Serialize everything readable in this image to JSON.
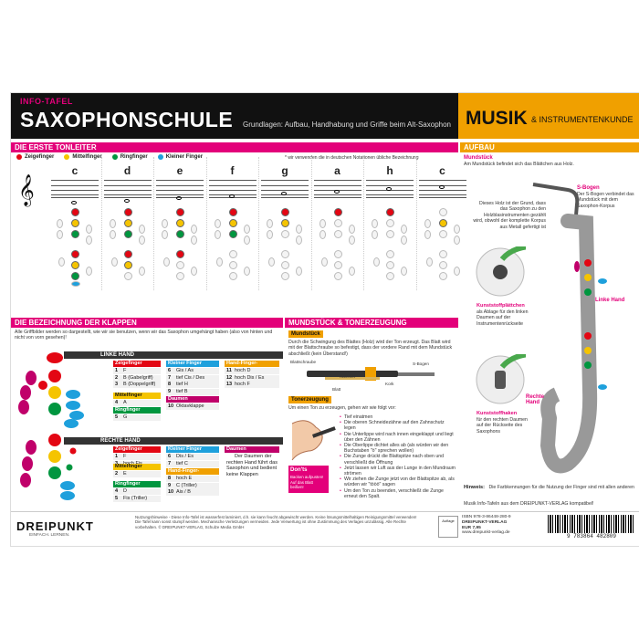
{
  "header": {
    "tag": "INFO-TAFEL",
    "title": "SAXOPHONSCHULE",
    "subtitle": "Grundlagen: Aufbau, Handhabung und Griffe beim Alt-Saxophon",
    "right_title": "MUSIK",
    "right_sub": "& INSTRUMENTENKUNDE"
  },
  "tonleiter": {
    "heading": "DIE ERSTE TONLEITER",
    "legend": [
      {
        "label": "Zeigefinger",
        "color": "#e30613"
      },
      {
        "label": "Mittelfinger",
        "color": "#f5c400"
      },
      {
        "label": "Ringfinger",
        "color": "#00963f"
      },
      {
        "label": "Kleiner Finger",
        "color": "#1ea0dc"
      }
    ],
    "note_hint": "* wir verwenden die in deutschen Notationen übliche Bezeichnung",
    "notes": [
      "c",
      "d",
      "e",
      "f",
      "g",
      "a",
      "h",
      "c"
    ]
  },
  "klappen": {
    "heading": "DIE BEZEICHNUNG DER KLAPPEN",
    "intro": "Alle Griffbilder werden so dargestellt, wie wir sie benutzen, wenn wir das Saxophon umgehängt haben (also von hinten und nicht von vorn gesehen)!",
    "left_hand": "LINKE HAND",
    "right_hand": "RECHTE HAND",
    "lh_groups": [
      {
        "title": "Zeigefinger",
        "rows": [
          [
            "1",
            "F"
          ],
          [
            "2",
            "B (Gabelgriff)"
          ],
          [
            "3",
            "B (Doppelgriff)"
          ]
        ]
      },
      {
        "title": "Mittelfinger",
        "rows": [
          [
            "4",
            "A"
          ]
        ]
      },
      {
        "title": "Ringfinger",
        "rows": [
          [
            "5",
            "G"
          ]
        ]
      },
      {
        "title": "Kleiner Finger",
        "rows": [
          [
            "6",
            "Gis / As"
          ],
          [
            "7",
            "tief Cis / Des"
          ],
          [
            "8",
            "tief H"
          ],
          [
            "9",
            "tief B"
          ]
        ]
      },
      {
        "title": "Hand-Finger-Innenfläche",
        "rows": [
          [
            "11",
            "hoch D"
          ],
          [
            "12",
            "hoch Dis / Es"
          ],
          [
            "13",
            "hoch F"
          ]
        ]
      },
      {
        "title": "Daumen",
        "rows": [
          [
            "10",
            "Oktavklappe"
          ]
        ]
      }
    ],
    "rh_groups": [
      {
        "title": "Zeigefinger",
        "rows": [
          [
            "1",
            "F"
          ],
          [
            "3",
            "hoch Fis"
          ]
        ]
      },
      {
        "title": "Mittelfinger",
        "rows": [
          [
            "2",
            "E"
          ]
        ]
      },
      {
        "title": "Ringfinger",
        "rows": [
          [
            "4",
            "D"
          ],
          [
            "5",
            "Fis (Triller)"
          ]
        ]
      },
      {
        "title": "Kleiner Finger",
        "rows": [
          [
            "6",
            "Dis / Es"
          ],
          [
            "7",
            "tief C"
          ]
        ]
      },
      {
        "title": "Hand-Finger-Innenfläche",
        "rows": [
          [
            "8",
            "hoch E"
          ],
          [
            "9",
            "C (Triller)"
          ],
          [
            "10",
            "Ais / B"
          ]
        ]
      },
      {
        "title": "Daumen",
        "rows": [
          [
            "",
            "Der Daumen der rechten Hand führt das Saxophon und bedient keine Klappen"
          ]
        ]
      }
    ]
  },
  "mundstueck": {
    "heading": "MUNDSTÜCK & TONERZEUGUNG",
    "tag1": "Mundstück",
    "text1": "Durch die Schwingung des Blattes (Holz) wird der Ton erzeugt. Das Blatt wird mit der Blattschraube so befestigt, dass der vordere Rand mit dem Mundstück abschließt (kein Überstand!)",
    "parts": [
      "Blattschraube",
      "Kammer",
      "Blatt",
      "Kork",
      "S-Bogen"
    ],
    "tag2": "Tonerzeugung",
    "text2": "Um einen Ton zu erzeugen, gehen wir wie folgt vor:",
    "steps": [
      "Tief einatmen",
      "Die oberen Schneidezähne auf den Zahnschutz legen",
      "Die Unterlippe wird nach innen eingeklappt und liegt über den Zähnen",
      "Die Oberlippe dichtet alles ab (als würden wir den Buchstaben \"ö\" sprechen wollen)",
      "Die Zunge drückt die Blattspitze nach oben und verschließt die Öffnung",
      "Jetzt lassen wir Luft aus der Lunge in den Mundraum strömen",
      "Wir ziehen die Zunge jetzt von der Blattspitze ab, als würden wir \"tööö\" sagen",
      "Um den Ton zu beenden, verschließt die Zunge erneut den Spalt."
    ],
    "donts_title": "Don'ts",
    "donts": "Backen aufpusten! Auf das Blatt beißen!"
  },
  "aufbau": {
    "heading": "AUFBAU",
    "mund_title": "Mundstück",
    "mund_text": "Am Mundstück befindet sich das Blättchen aus Holz.",
    "holz": "Dieses Holz ist der Grund, dass das Saxophon zu den Holzblasinstrumenten gezählt wird, obwohl der komplette Korpus aus Metall gefertigt ist",
    "sbogen_title": "S-Bogen",
    "sbogen_text": "Der S-Bogen verbindet das Mundstück mit dem Saxophon-Korpus",
    "linke": "Linke Hand",
    "rechte": "Rechte Hand",
    "kunst1_title": "Kunststoffplättchen",
    "kunst1_text": "als Ablage für den linken Daumen auf der Instrumentenrückseite",
    "kunst2_title": "Kunststoffhaken",
    "kunst2_text": "für den rechten Daumen auf der Rückseite des Saxophons",
    "hinweis_title": "Hinweis:",
    "hinweis": "Die Farbkennungen für die Nutzung der Finger sind mit allen anderen Musik Info-Tafeln aus dem DREIPUNKT-VERLAG kompatibel!"
  },
  "footer": {
    "brand": "DREIPUNKT",
    "slogan": "EINFACH. LERNEN.",
    "legal": "Nutzungshinweise - Diese Info-Tafel ist wasserfest laminiert, d.h. sie kann feucht abgewischt werden. Keine lösungsmittelhaltigen Reinigungsmittel verwenden! Die Tafel kann sonst stumpf werden. Mechanische Verletzungen vermeiden. Jede Verwertung ist ohne Zustimmung des Verlages unzulässig. Alle Rechte vorbehalten. © DREIPUNKT-VERLAG, Schulze Media GmbH",
    "isbn": "ISBN 978-3-86448-280-9",
    "verlag": "DREIPUNKT-VERLAG",
    "price": "EUR 7,95",
    "web": "www.dreipunkt-verlag.de",
    "barcode": "9 783864 482809",
    "auflage": "Auflage"
  }
}
